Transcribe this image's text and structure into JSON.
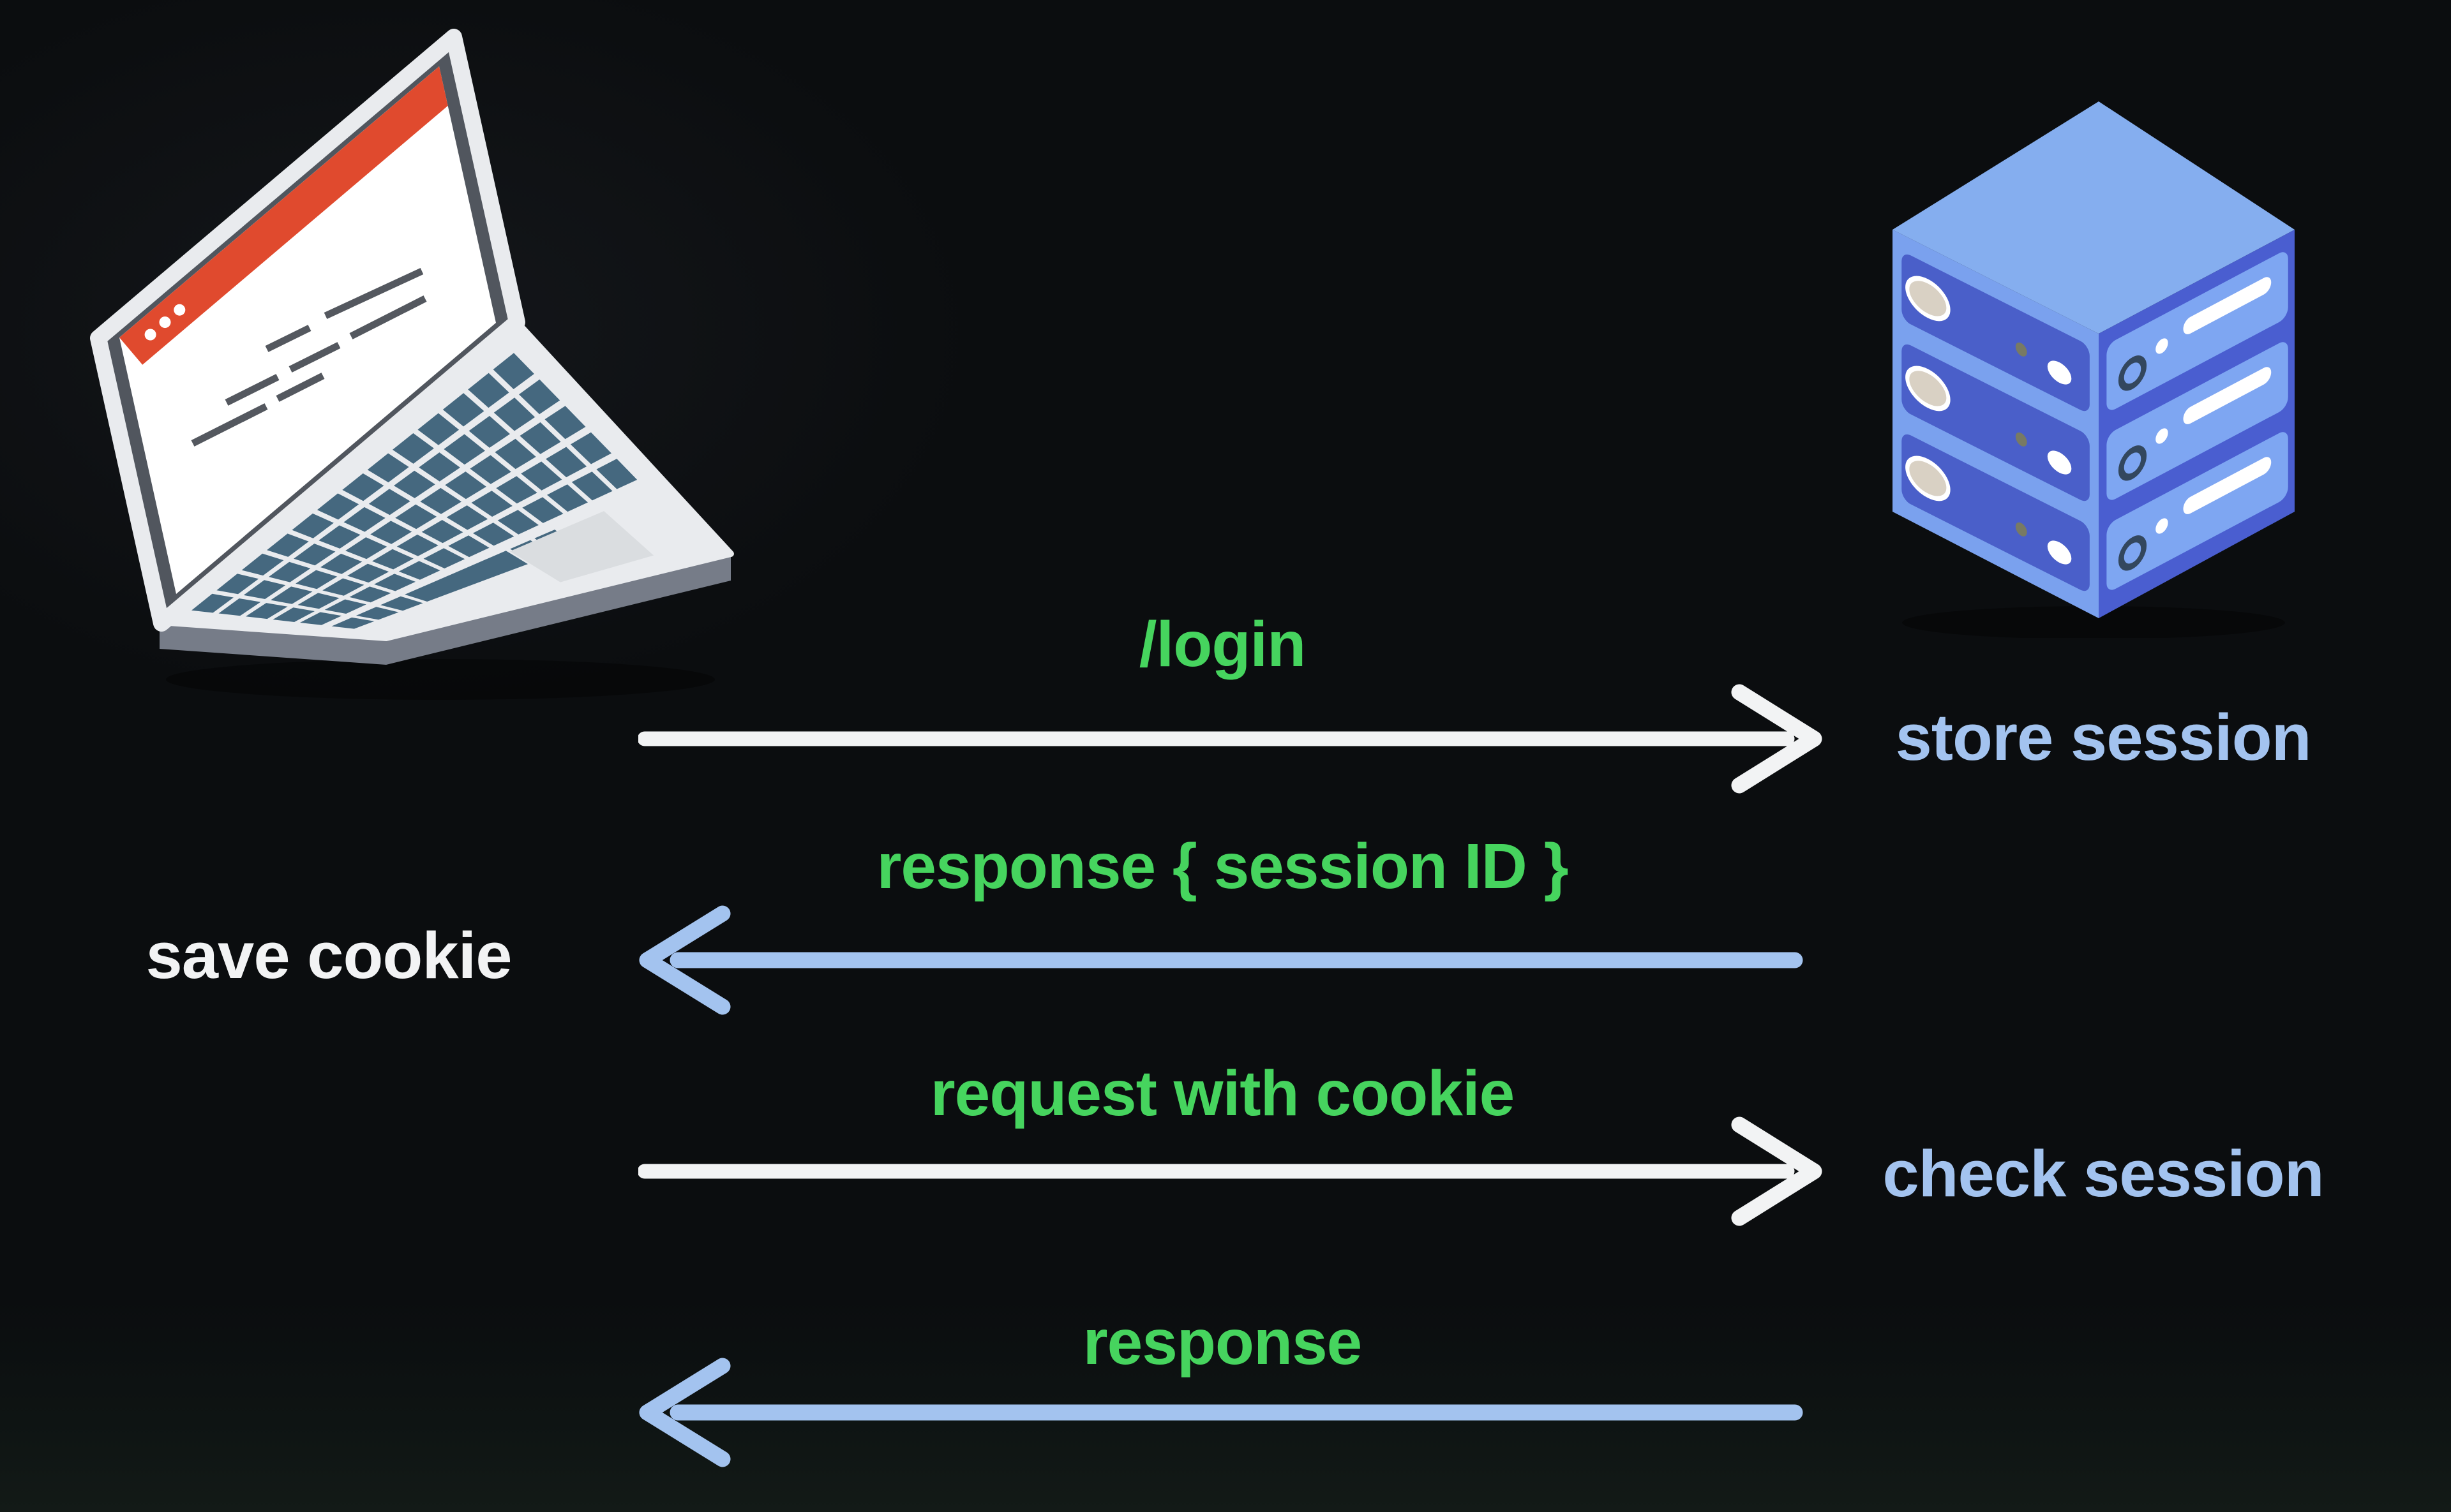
{
  "colors": {
    "bg": "#0b0d0f",
    "green": "#46d45e",
    "blue": "#a3c3ef",
    "white": "#f2f3f4",
    "laptop-body": "#e9ebee",
    "laptop-bezel": "#51565e",
    "laptop-screen": "#ffffff",
    "titlebar-red": "#e04a2e",
    "key-blue": "#45687f",
    "touchpad": "#dadde0",
    "dash": "#54585f",
    "base-rim": "#767c88",
    "server-top": "#85aeef",
    "server-left": "#7aa1ee",
    "server-right": "#4a5ed0",
    "server-slot-dark": "#4a5fc9",
    "server-slot-light": "#7ea6f2",
    "server-ring": "#33475e",
    "server-oval": "#d9d1c4"
  },
  "nodes": {
    "client": {
      "icon": "laptop-icon"
    },
    "server": {
      "icon": "server-icon"
    }
  },
  "messages": [
    {
      "label": "/login",
      "direction": "right",
      "arrow": "white",
      "note": "store session"
    },
    {
      "label": "response { session ID }",
      "direction": "left",
      "arrow": "blue",
      "note": "save cookie"
    },
    {
      "label": "request with cookie",
      "direction": "right",
      "arrow": "white",
      "note": "check session"
    },
    {
      "label": "response",
      "direction": "left",
      "arrow": "blue",
      "note": ""
    }
  ]
}
